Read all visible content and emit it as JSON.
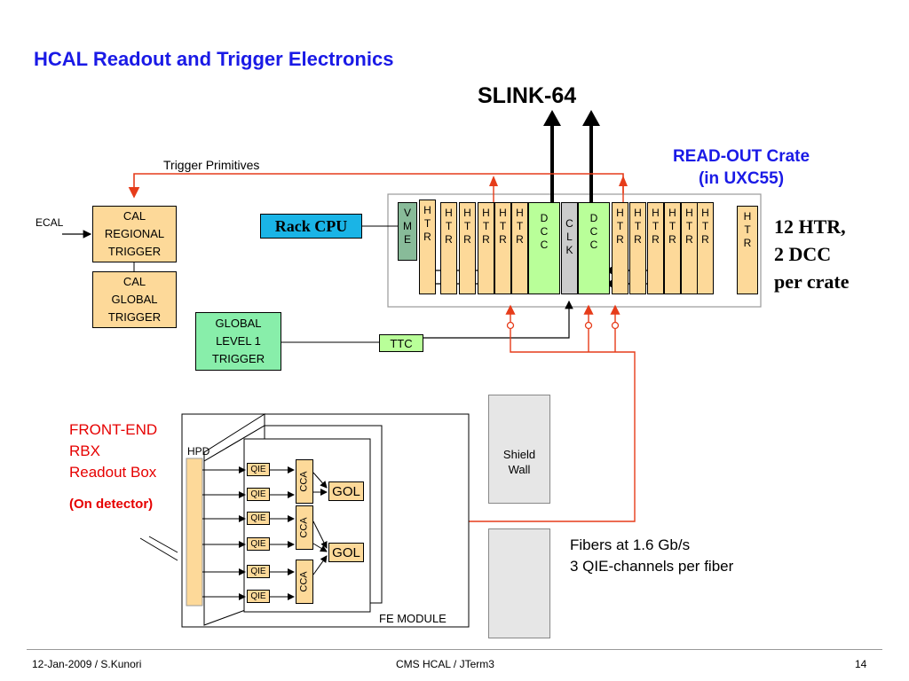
{
  "title": "HCAL Readout and Trigger Electronics",
  "slink": "SLINK-64",
  "readout_crate": [
    "READ-OUT Crate",
    "(in UXC55)"
  ],
  "crate_summary": [
    "12 HTR,",
    "2 DCC",
    "per crate"
  ],
  "trigger_primitives": "Trigger Primitives",
  "ecal": "ECAL",
  "cal_regional": [
    "CAL",
    "REGIONAL",
    "TRIGGER"
  ],
  "cal_global": [
    "CAL",
    "GLOBAL",
    "TRIGGER"
  ],
  "global_l1": [
    "GLOBAL",
    "LEVEL 1",
    "TRIGGER"
  ],
  "rack_cpu": "Rack CPU",
  "ttc": "TTC",
  "crate_cards": {
    "vme": [
      "V",
      "M",
      "E"
    ],
    "htr": [
      "H",
      "T",
      "R"
    ],
    "dcc": [
      "D",
      "C",
      "C"
    ],
    "clk": [
      "C",
      "L",
      "K"
    ]
  },
  "front_end": [
    "FRONT-END",
    "RBX",
    "Readout Box"
  ],
  "on_detector": "(On detector)",
  "hpd": "HPD",
  "qie": "QIE",
  "cca": "CCA",
  "gol": "GOL",
  "fe_module": "FE  MODULE",
  "shield_wall": [
    "Shield",
    "Wall"
  ],
  "fibers": [
    "Fibers at 1.6 Gb/s",
    "3 QIE-channels per fiber"
  ],
  "footer": {
    "left": "12-Jan-2009 / S.Kunori",
    "center": "CMS HCAL / JTerm3",
    "right": "14"
  },
  "colors": {
    "title_blue": "#1a1ae6",
    "signal_red": "#e63c1a",
    "card_orange": "#fdd999",
    "dcc_green": "#b9ff99"
  }
}
